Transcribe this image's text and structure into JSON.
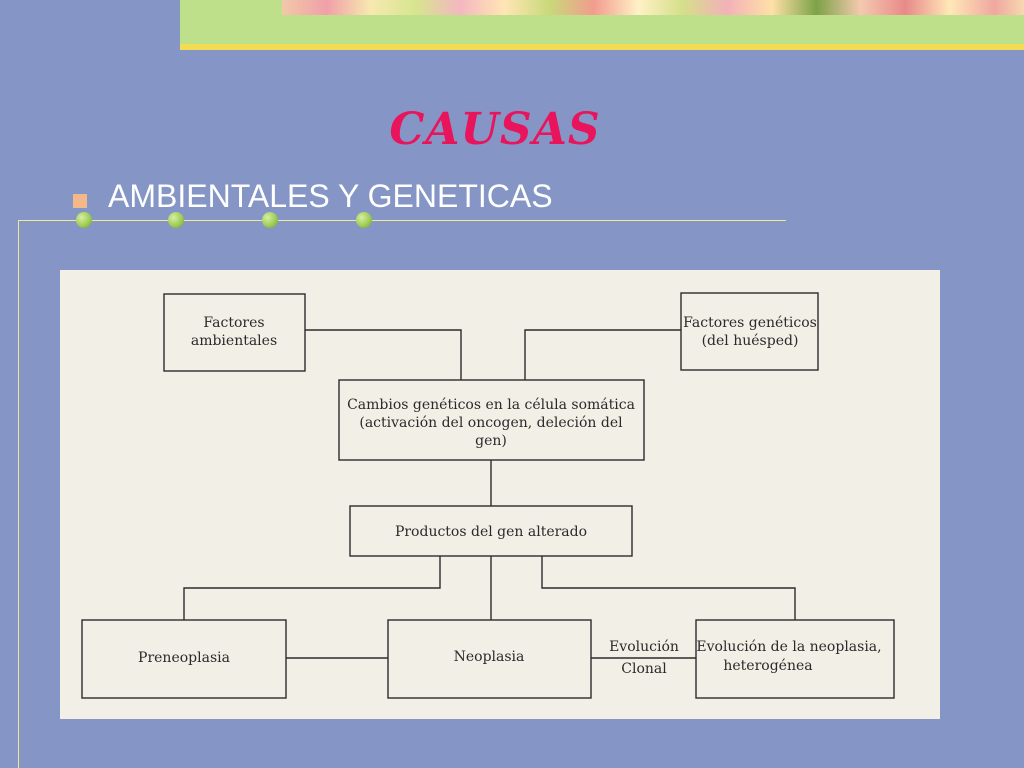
{
  "slide": {
    "title": "CAUSAS",
    "subtitle": "AMBIENTALES Y GENETICAS"
  },
  "diagram": {
    "nodes": {
      "factores_ambientales": [
        "Factores",
        "ambientales"
      ],
      "factores_geneticos": [
        "Factores genéticos",
        "(del huésped)"
      ],
      "cambios_geneticos": [
        "Cambios genéticos en la célula somática",
        "(activación del oncogen, deleción del",
        "gen)"
      ],
      "productos": [
        "Productos del gen alterado"
      ],
      "preneoplasia": [
        "Preneoplasia"
      ],
      "neoplasia": [
        "Neoplasia"
      ],
      "evolucion_heterogenea": [
        "Evolución de la neoplasia,",
        "heterogénea"
      ]
    },
    "edge_labels": {
      "evolucion_clonal": [
        "Evolución",
        "Clonal"
      ]
    }
  },
  "colors": {
    "background": "#8596c6",
    "title": "#e8145c",
    "subtitle": "#ffffff",
    "figure_background": "#f1efe6"
  }
}
